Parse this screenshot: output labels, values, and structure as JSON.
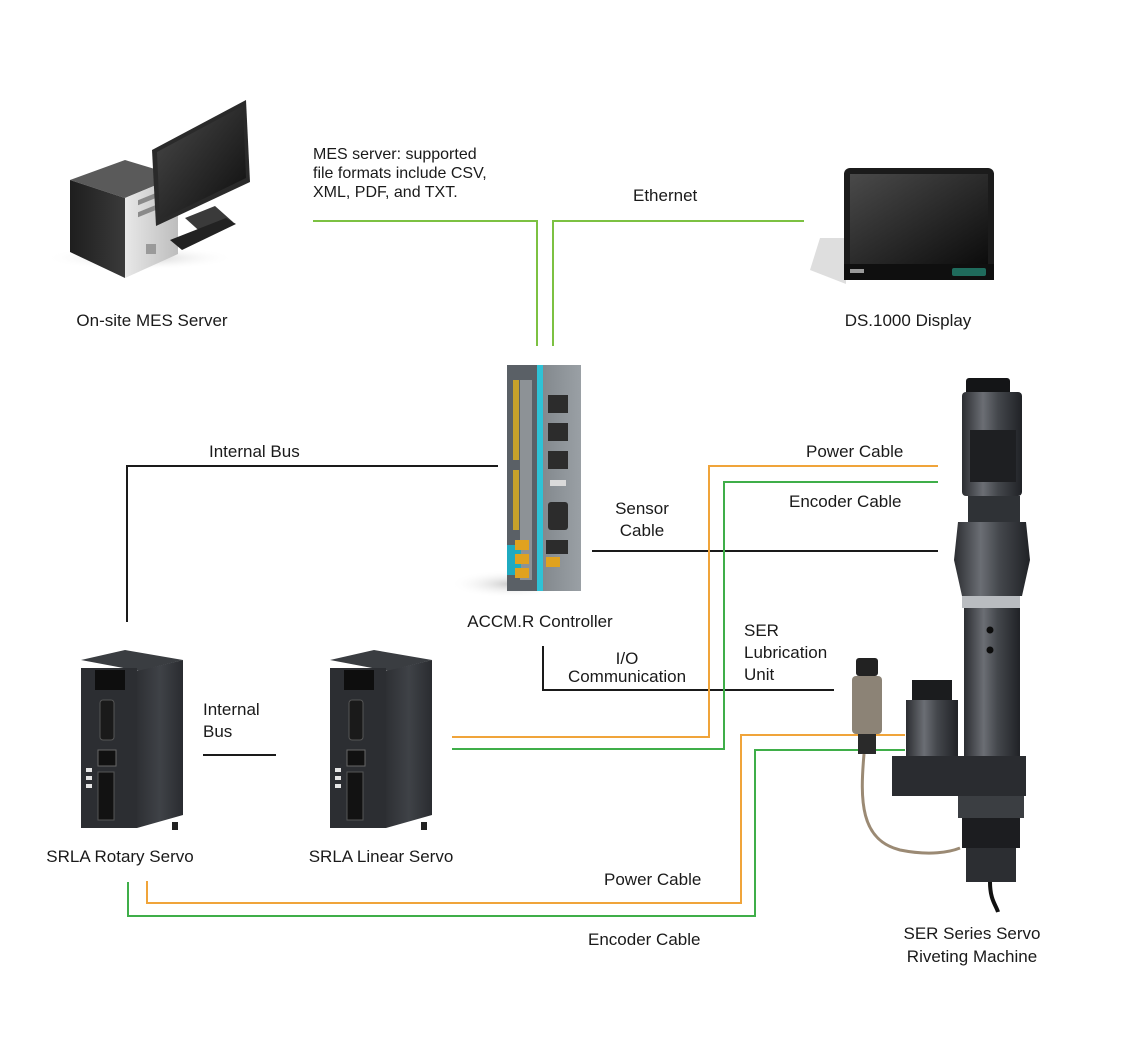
{
  "colors": {
    "ethernet": "#7cc142",
    "power": "#f0a43a",
    "encoder": "#3fae49",
    "signal": "#1a1a1a"
  },
  "devices": {
    "mes_server": "On-site MES Server",
    "display": "DS.1000 Display",
    "controller": "ACCM.R Controller",
    "rotary_servo": "SRLA Rotary Servo",
    "linear_servo": "SRLA Linear Servo",
    "riveting_machine": "SER Series Servo\nRiveting Machine",
    "lubrication_unit": "SER\nLubrication\nUnit"
  },
  "connections": {
    "mes_note": "MES server: supported\nfile formats include CSV,\nXML, PDF, and TXT.",
    "ethernet": "Ethernet",
    "internal_bus_top": "Internal Bus",
    "internal_bus_servos": "Internal\nBus",
    "power_cable_top": "Power Cable",
    "encoder_cable_top": "Encoder Cable",
    "sensor_cable": "Sensor\nCable",
    "io_communication": "I/O\nCommunication",
    "power_cable_bottom": "Power Cable",
    "encoder_cable_bottom": "Encoder Cable"
  }
}
